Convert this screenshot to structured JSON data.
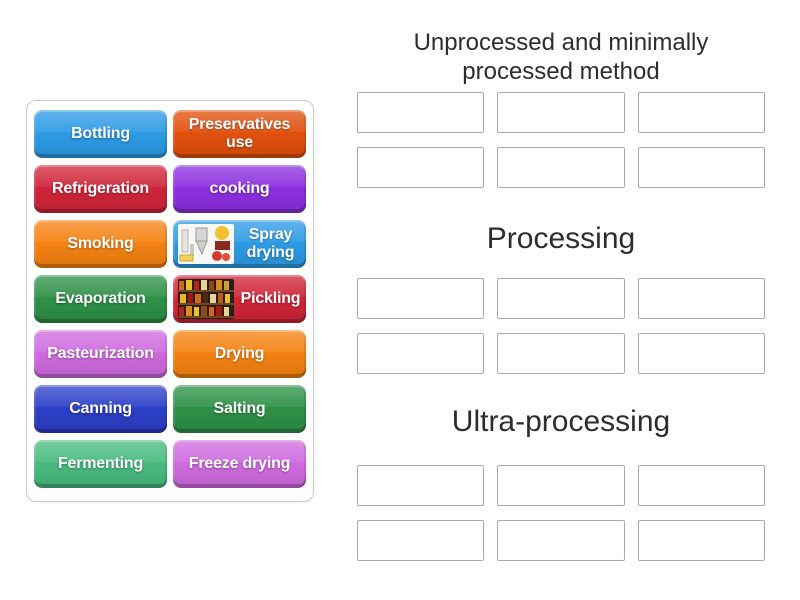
{
  "activity": {
    "type_hint": "group-sort drag-and-drop",
    "background_color": "#ffffff"
  },
  "colors": {
    "blue": "#2D9BE5",
    "vermillion": "#E2500D",
    "crimson": "#D02538",
    "purple": "#8C2FE0",
    "orange": "#F58212",
    "green": "#2E9147",
    "royal_blue": "#2C3FC8",
    "orchid": "#CF6BDF",
    "sea_green": "#49BB80",
    "tile_text": "#FFFFFF",
    "group_title_text": "#2D2D2D",
    "slot_border": "#ABABAB",
    "panel_border": "#CBCBCB"
  },
  "tiles": [
    {
      "label": "Bottling",
      "color": "blue"
    },
    {
      "label": "Preservatives use",
      "color": "vermillion"
    },
    {
      "label": "Refrigeration",
      "color": "crimson"
    },
    {
      "label": "cooking",
      "color": "purple"
    },
    {
      "label": "Smoking",
      "color": "orange"
    },
    {
      "label": "Spray drying",
      "color": "blue",
      "image": "spray-dryer-photo"
    },
    {
      "label": "Evaporation",
      "color": "green"
    },
    {
      "label": "Pickling",
      "color": "crimson",
      "image": "pickle-jars-photo"
    },
    {
      "label": "Pasteurization",
      "color": "orchid"
    },
    {
      "label": "Drying",
      "color": "orange"
    },
    {
      "label": "Canning",
      "color": "royal_blue"
    },
    {
      "label": "Salting",
      "color": "green"
    },
    {
      "label": "Fermenting",
      "color": "sea_green"
    },
    {
      "label": "Freeze drying",
      "color": "orchid"
    }
  ],
  "groups": [
    {
      "title": "Unprocessed and minimally processed method",
      "empty_slots": 6
    },
    {
      "title": "Processing",
      "empty_slots": 6
    },
    {
      "title": "Ultra-processing",
      "empty_slots": 6
    }
  ]
}
